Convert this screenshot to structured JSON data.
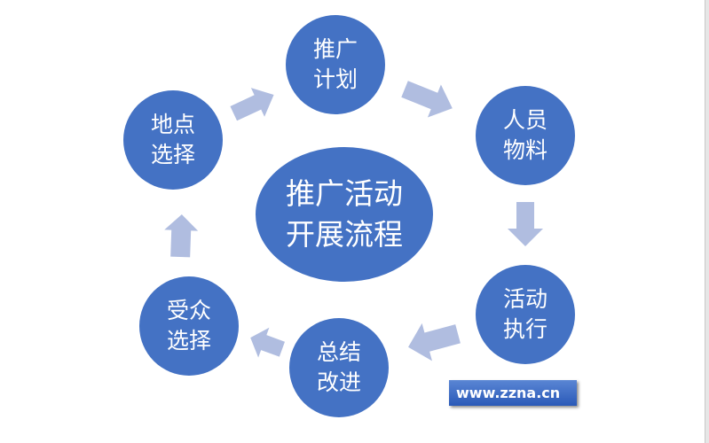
{
  "diagram": {
    "center": {
      "label": "推广活动\n开展流程"
    },
    "steps": [
      {
        "label": "推广\n计划"
      },
      {
        "label": "人员\n物料"
      },
      {
        "label": "活动\n执行"
      },
      {
        "label": "总结\n改进"
      },
      {
        "label": "受众\n选择"
      },
      {
        "label": "地点\n选择"
      }
    ],
    "colors": {
      "node": "#4472c4",
      "arrow": "#b0bde0",
      "text": "#ffffff"
    }
  },
  "watermark": {
    "text": "www.zzna.cn"
  }
}
